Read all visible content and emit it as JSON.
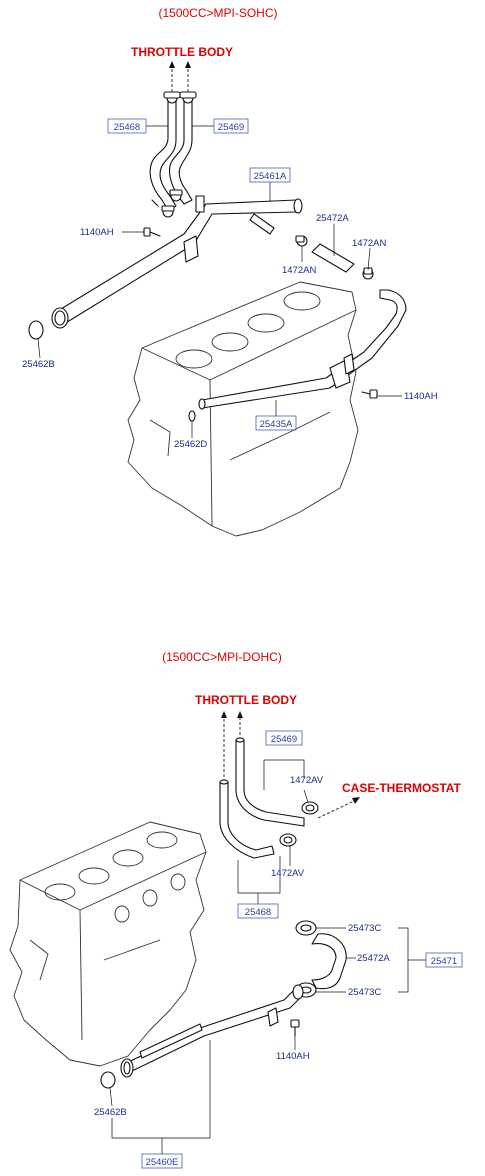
{
  "sohc": {
    "title": "(1500CC>MPI-SOHC)",
    "throttle_body": "THROTTLE BODY",
    "labels": {
      "p25468": "25468",
      "p25469": "25469",
      "p25461A": "25461A",
      "p1140AH_top": "1140AH",
      "p25472A": "25472A",
      "p1472AN_right": "1472AN",
      "p1472AN_left": "1472AN",
      "p25462B": "25462B",
      "p1140AH_right": "1140AH",
      "p25435A": "25435A",
      "p25462D": "25462D"
    }
  },
  "dohc": {
    "title": "(1500CC>MPI-DOHC)",
    "throttle_body": "THROTTLE BODY",
    "case_thermostat": "CASE-THERMOSTAT",
    "labels": {
      "p25469": "25469",
      "p1472AV_top": "1472AV",
      "p1472AV_bottom": "1472AV",
      "p25468": "25468",
      "p25473C_top": "25473C",
      "p25472A": "25472A",
      "p25471": "25471",
      "p25473C_bottom": "25473C",
      "p1140AH": "1140AH",
      "p25462B": "25462B",
      "p25460E": "25460E"
    }
  }
}
